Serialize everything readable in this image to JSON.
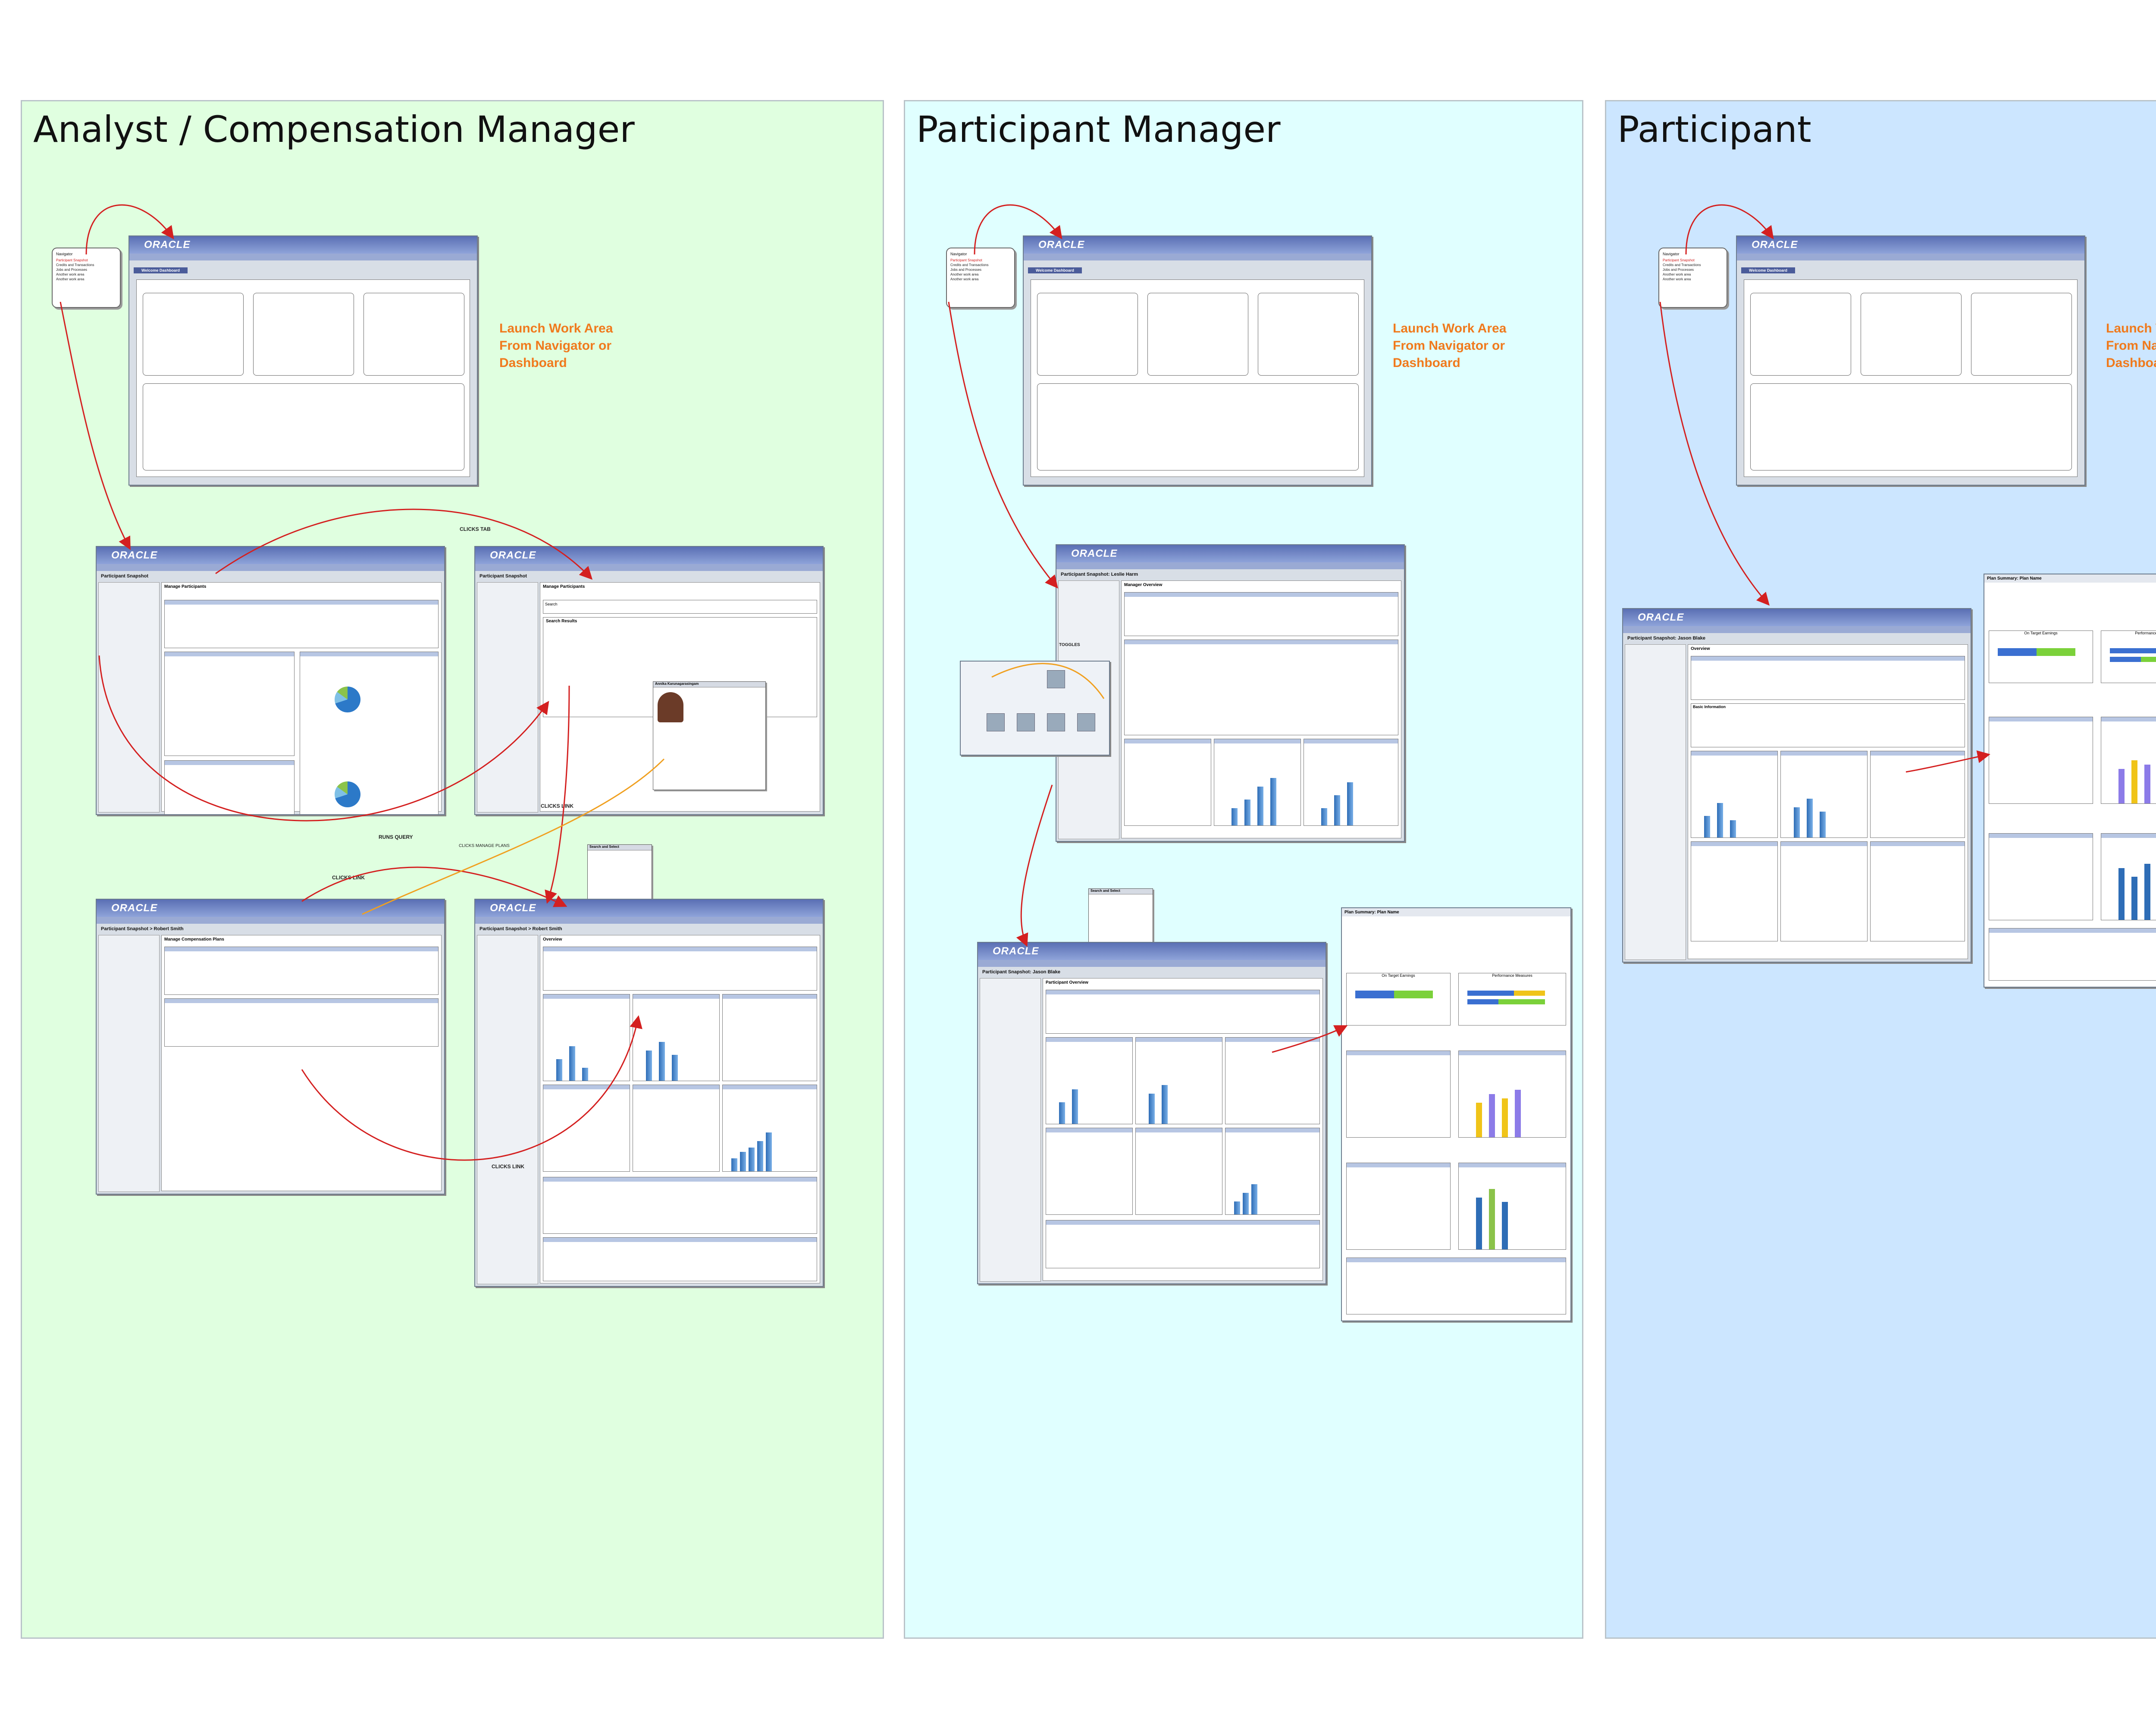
{
  "lanes": [
    {
      "title": "Analyst / Compensation Manager",
      "bg": "#e0ffe0"
    },
    {
      "title": "Participant Manager",
      "bg": "#e0ffff"
    },
    {
      "title": "Participant",
      "bg": "#cce6ff"
    }
  ],
  "launch_hint": {
    "line1": "Launch Work Area",
    "line2": "From Navigator or",
    "line3": "Dashboard"
  },
  "navigator": {
    "title": "Navigator",
    "items": [
      "Participant Snapshot",
      "Credits and Transactions",
      "Jobs and Processes",
      "Another work area",
      "Another work area"
    ]
  },
  "mock": {
    "logo": "ORACLE",
    "dashboard_tab": "Welcome Dashboard",
    "participant_snapshot": "Participant Snapshot",
    "snapshot_robert": "Participant Snapshot > Robert Smith",
    "snapshot_leslie": "Participant Snapshot: Leslie Harm",
    "snapshot_jason": "Participant Snapshot: Jason Blake",
    "manage_participants": "Manage Participants",
    "manage_comp_plans": "Manage Compensation Plans",
    "overview": "Overview",
    "manager_overview": "Manager Overview",
    "participant_overview": "Participant Overview",
    "search_results": "Search Results",
    "search": "Search",
    "plan_summary": "Plan Summary: Plan Name",
    "basic_information": "Basic Information",
    "on_target_earnings": "On Target Earnings",
    "performance_measures": "Performance Measures",
    "search_and_select": "Search and Select",
    "person_name": "Annika Karunagarasingam"
  },
  "annotations": {
    "clicks_tab": "CLICKS TAB",
    "runs_query": "RUNS QUERY",
    "clicks_link": "CLICKS LINK",
    "clicks_link_2": "CLICKS LINK",
    "clicks_link_3": "CLICKS LINK",
    "clicks_manage_plans": "CLICKS MANAGE PLANS",
    "toggles": "TOGGLES"
  },
  "colors": {
    "arrow": "#d42020",
    "orange": "#f07a1d"
  }
}
